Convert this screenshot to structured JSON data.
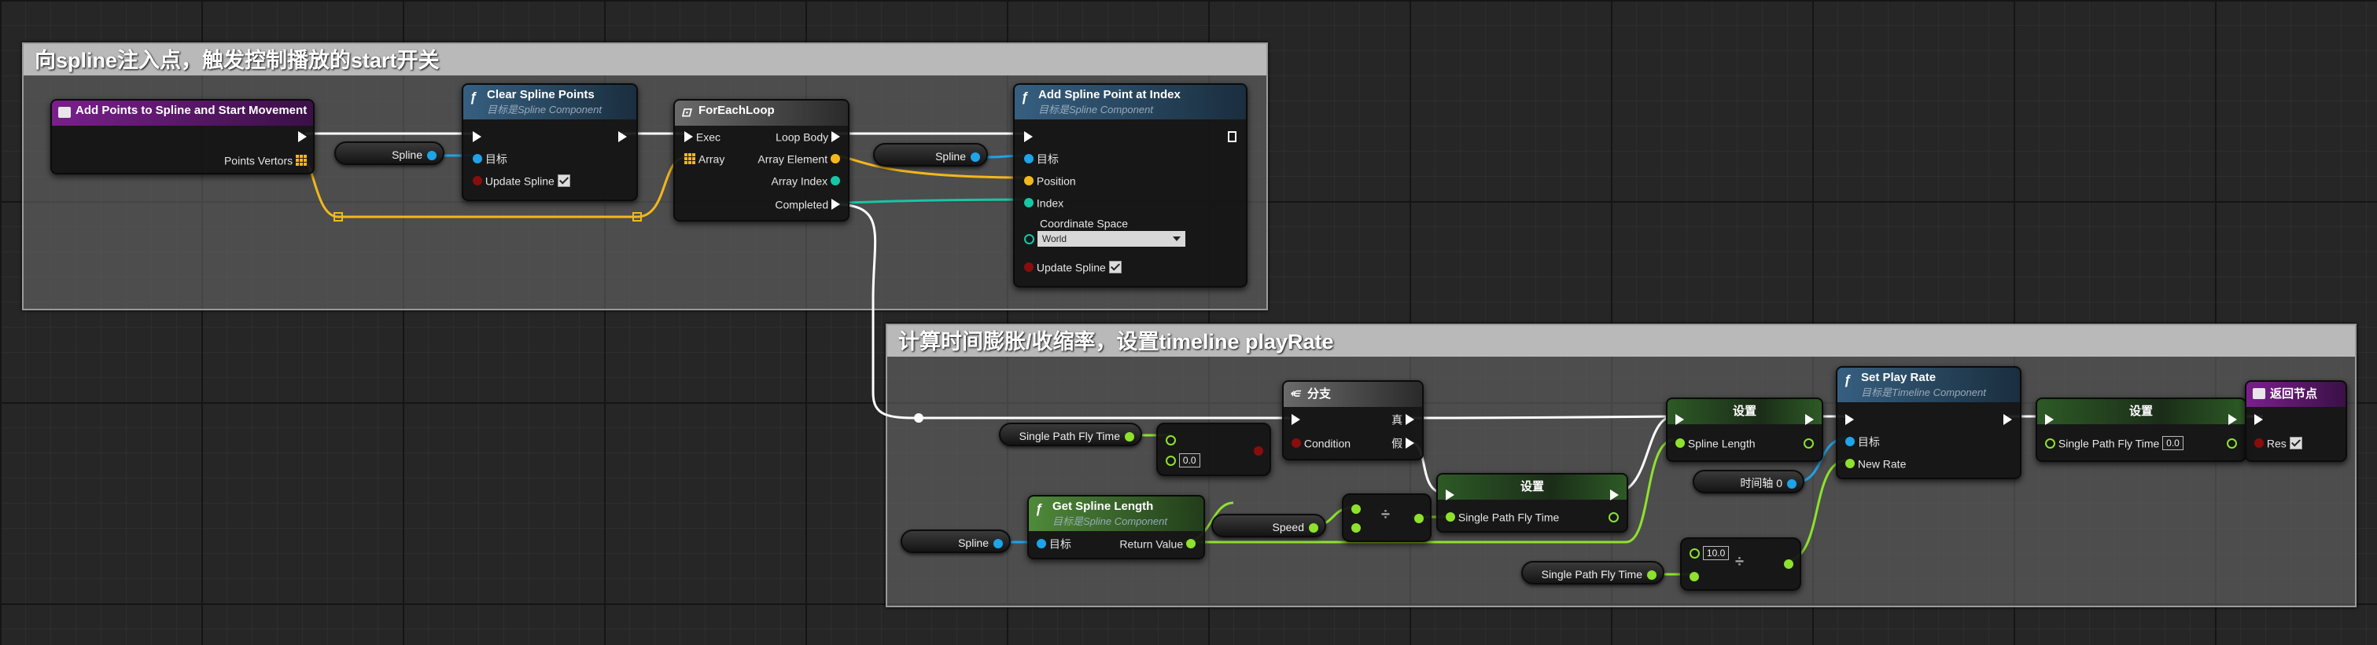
{
  "comments": {
    "top": "向spline注入点，触发控制播放的start开关",
    "bottom": "计算时间膨胀/收缩率，设置timeline playRate"
  },
  "nodes": {
    "add_points": {
      "title": "Add Points to Spline and Start Movement",
      "pin_points": "Points Vertors"
    },
    "clear": {
      "title": "Clear Spline Points",
      "subtitle": "目标是Spline Component",
      "pin_target": "目标",
      "pin_update": "Update Spline"
    },
    "foreach": {
      "title": "ForEachLoop",
      "exec": "Exec",
      "array": "Array",
      "loop_body": "Loop Body",
      "array_element": "Array Element",
      "array_index": "Array Index",
      "completed": "Completed"
    },
    "add_point": {
      "title": "Add Spline Point at Index",
      "subtitle": "目标是Spline Component",
      "pin_target": "目标",
      "pin_position": "Position",
      "pin_index": "Index",
      "pin_coord": "Coordinate Space",
      "coord_value": "World",
      "pin_update": "Update Spline"
    },
    "branch": {
      "title": "分支",
      "cond": "Condition",
      "true_lbl": "真",
      "false_lbl": "假"
    },
    "set_spline_length": {
      "title": "设置",
      "pin": "Spline Length"
    },
    "set_fly_time": {
      "title": "设置",
      "pin": "Single Path Fly Time"
    },
    "set_play_rate": {
      "title": "Set Play Rate",
      "subtitle": "目标是Timeline Component",
      "pin_target": "目标",
      "pin_rate": "New Rate"
    },
    "set_fly_time2": {
      "title": "设置",
      "pin": "Single Path Fly Time",
      "value": "0.0"
    },
    "return": {
      "title": "返回节点",
      "pin": "Res"
    },
    "get_length": {
      "title": "Get Spline Length",
      "subtitle": "目标是Spline Component",
      "pin_target": "目标",
      "pin_return": "Return Value"
    },
    "eq": {
      "value": "0.0"
    },
    "div1": {
      "op": "÷"
    },
    "div2": {
      "value": "10.0",
      "op": "÷"
    }
  },
  "getters": {
    "spline1": "Spline",
    "spline2": "Spline",
    "spline3": "Spline",
    "fly_time1": "Single Path Fly Time",
    "fly_time2": "Single Path Fly Time",
    "speed": "Speed",
    "timeline": "时间轴 0"
  },
  "colors": {
    "exec": "#ffffff",
    "object": "#1ea4e8",
    "vector": "#f2b81b",
    "integer": "#16c7a4",
    "float": "#8ee22d",
    "boolean": "#8a0d0d"
  }
}
